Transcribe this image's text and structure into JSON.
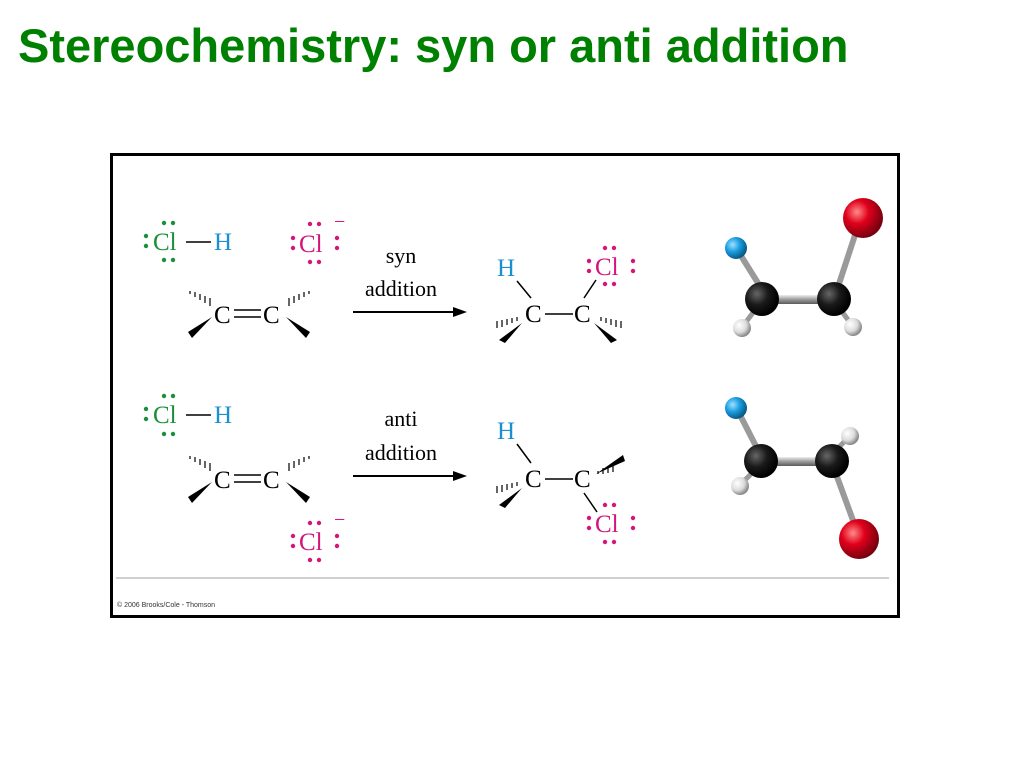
{
  "title": "Stereochemistry: syn or anti addition",
  "credit": "© 2006 Brooks/Cole - Thomson",
  "colors": {
    "title": "#008000",
    "hydrogen_label": "#1b8fd0",
    "chlorine_green": "#1a8f3a",
    "chlorine_magenta": "#d4157a",
    "ball_red": "#e0001b",
    "ball_blue": "#1a9ee0"
  },
  "atoms": {
    "cl": "Cl",
    "h": "H",
    "c": "C",
    "minus": "−"
  },
  "rows": [
    {
      "name": "syn",
      "arrow_line1": "syn",
      "arrow_line2": "addition"
    },
    {
      "name": "anti",
      "arrow_line1": "anti",
      "arrow_line2": "addition"
    }
  ]
}
